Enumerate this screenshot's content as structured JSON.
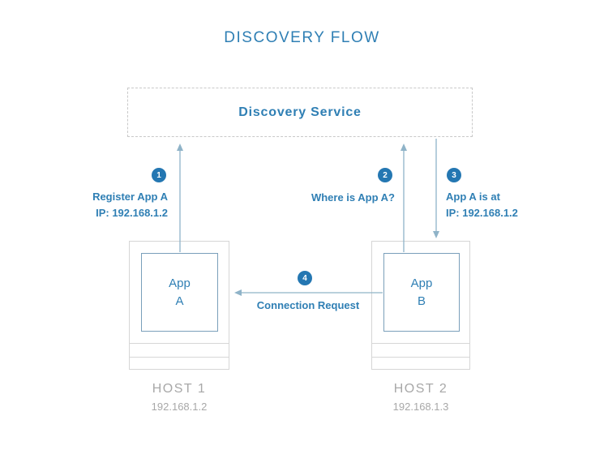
{
  "title": "DISCOVERY FLOW",
  "service": {
    "label": "Discovery Service"
  },
  "hosts": [
    {
      "name": "HOST 1",
      "ip": "192.168.1.2",
      "app_line1": "App",
      "app_line2": "A"
    },
    {
      "name": "HOST 2",
      "ip": "192.168.1.3",
      "app_line1": "App",
      "app_line2": "B"
    }
  ],
  "steps": [
    {
      "number": "1",
      "line1": "Register App A",
      "line2": "IP: 192.168.1.2"
    },
    {
      "number": "2",
      "line1": "Where is App A?"
    },
    {
      "number": "3",
      "line1": "App A is at",
      "line2": "IP: 192.168.1.2"
    },
    {
      "number": "4",
      "line1": "Connection Request"
    }
  ],
  "colors": {
    "accent": "#2f7fb4",
    "badge": "#2477b2",
    "arrow": "#8fb3c8",
    "muted": "#a8a8a8",
    "border": "#d6d6d6"
  }
}
